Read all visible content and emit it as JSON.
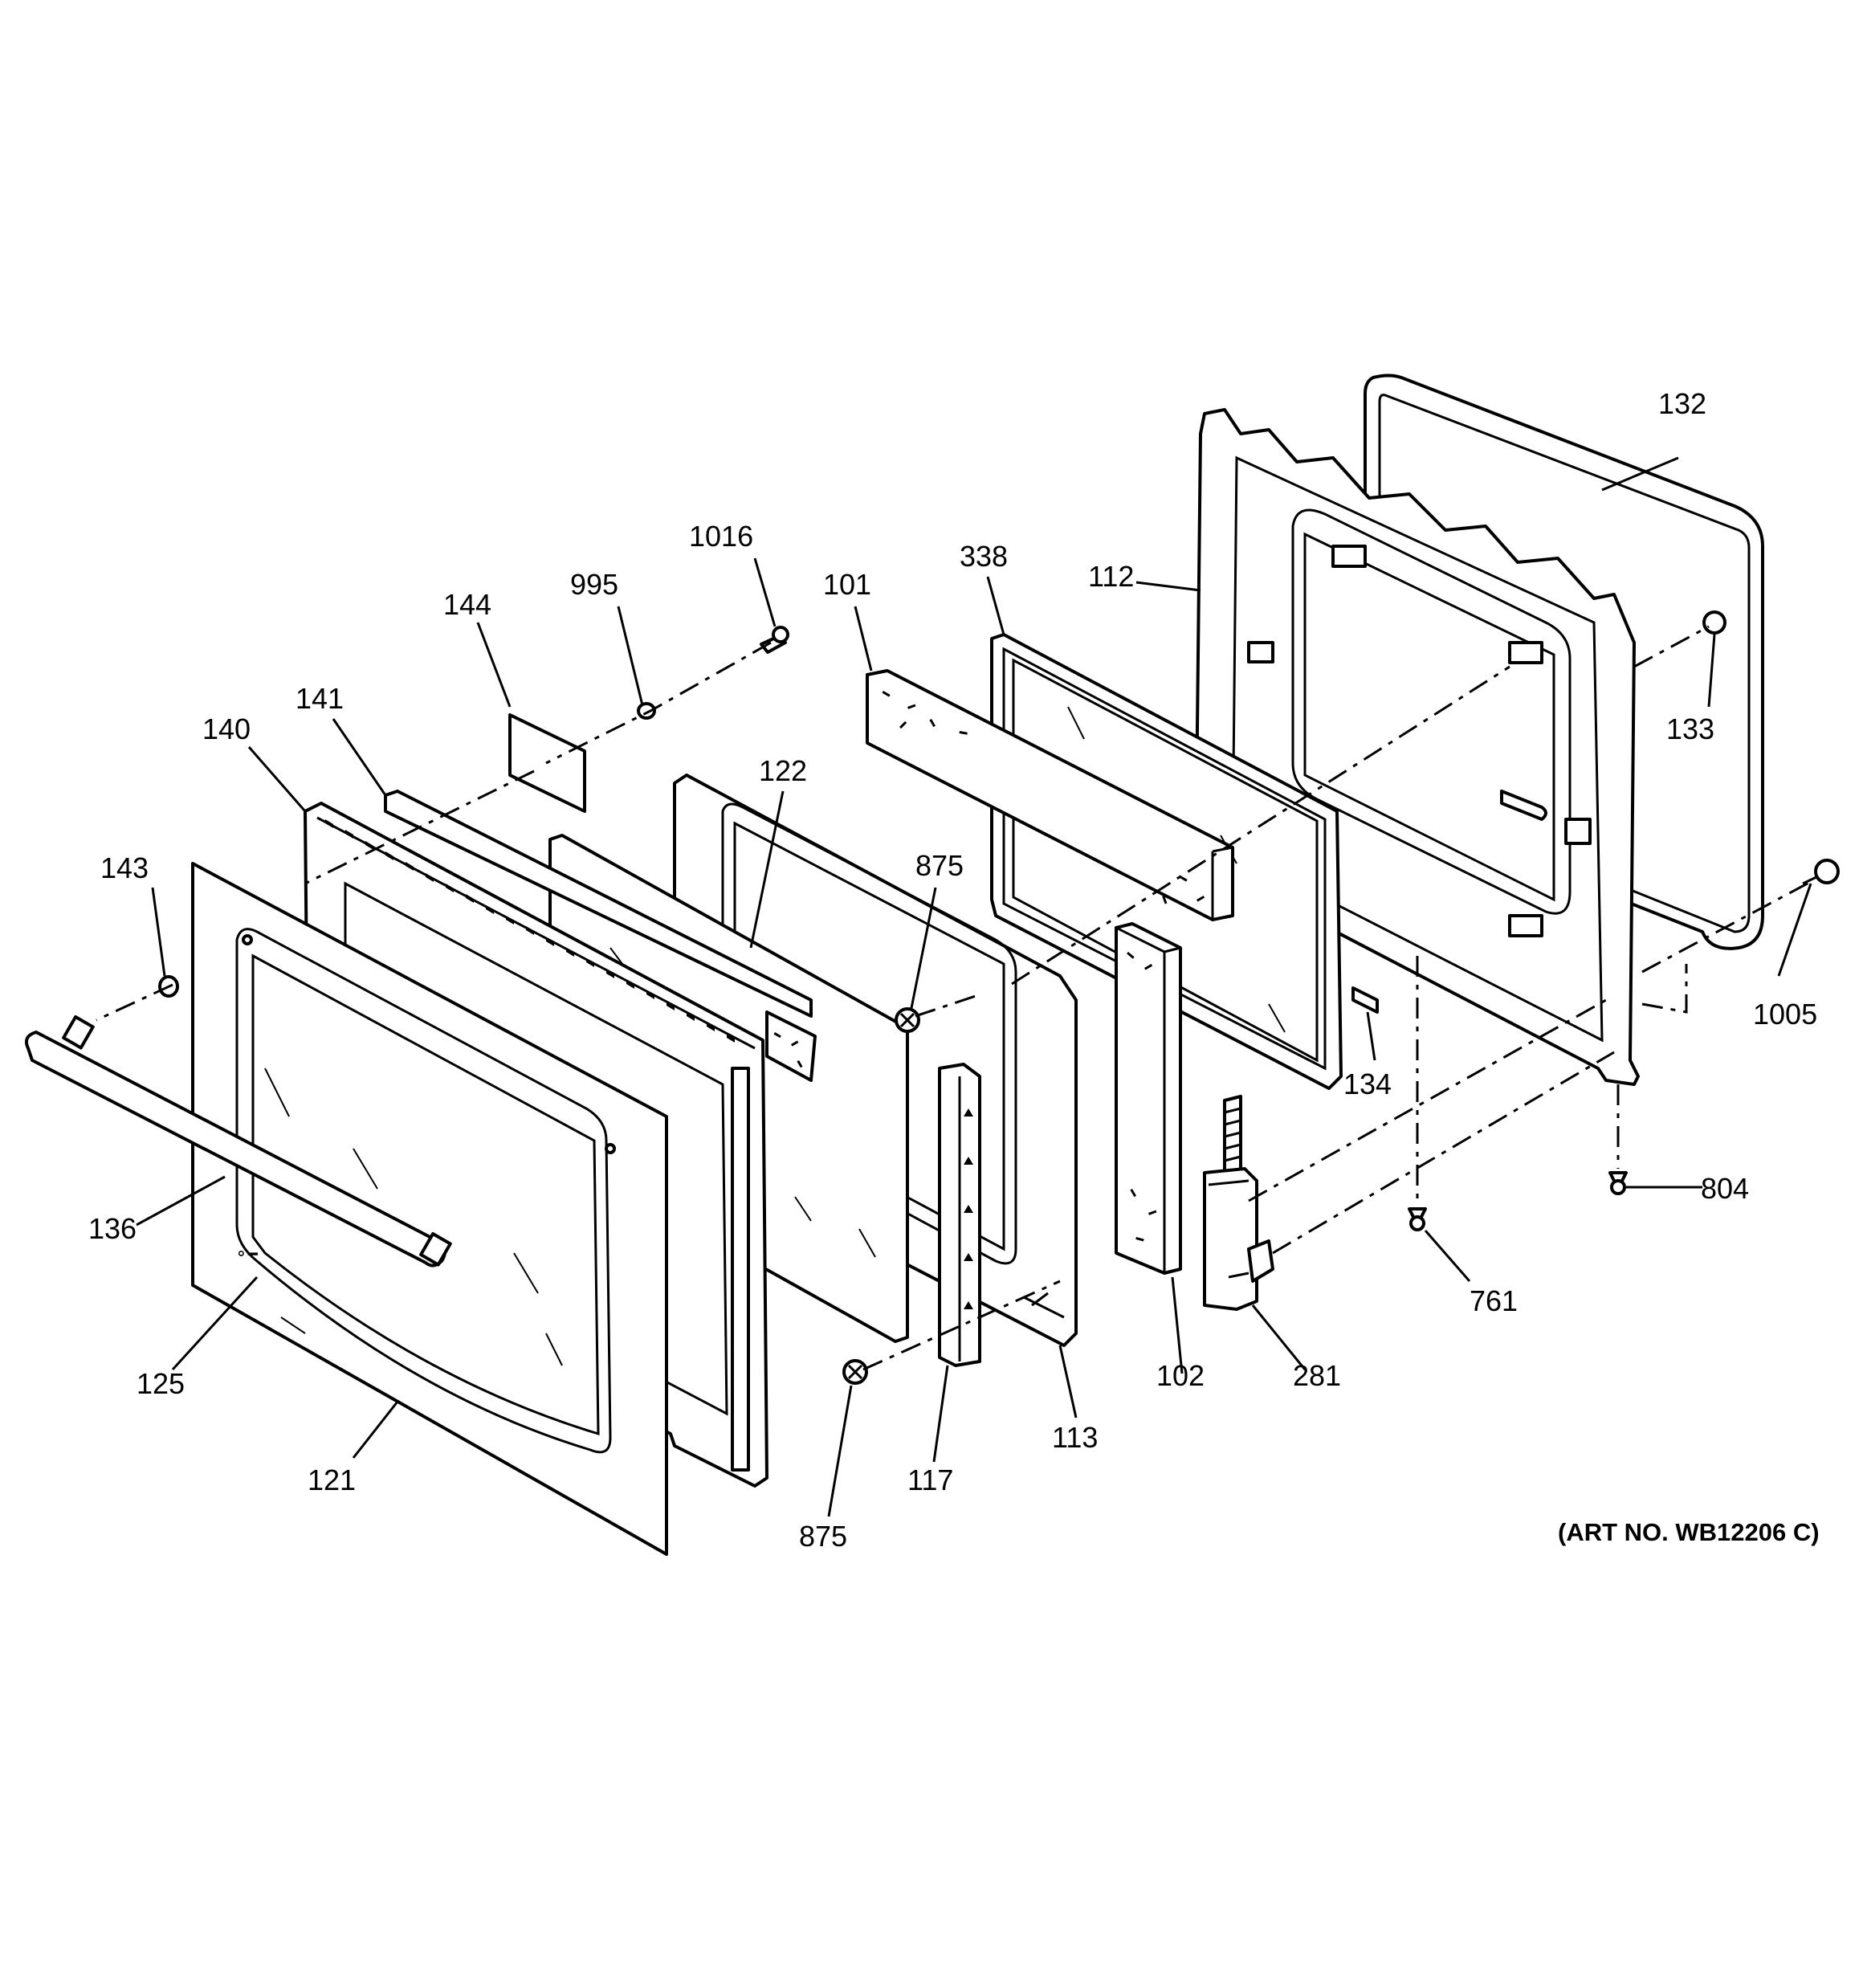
{
  "art_number": "(ART NO. WB12206 C)",
  "parts": [
    {
      "id": "132",
      "label": "132"
    },
    {
      "id": "133",
      "label": "133"
    },
    {
      "id": "112",
      "label": "112"
    },
    {
      "id": "338",
      "label": "338"
    },
    {
      "id": "101",
      "label": "101"
    },
    {
      "id": "1016",
      "label": "1016"
    },
    {
      "id": "995",
      "label": "995"
    },
    {
      "id": "144",
      "label": "144"
    },
    {
      "id": "141",
      "label": "141"
    },
    {
      "id": "140",
      "label": "140"
    },
    {
      "id": "122",
      "label": "122"
    },
    {
      "id": "143",
      "label": "143"
    },
    {
      "id": "875-upper",
      "label": "875"
    },
    {
      "id": "1005",
      "label": "1005"
    },
    {
      "id": "134",
      "label": "134"
    },
    {
      "id": "804",
      "label": "804"
    },
    {
      "id": "136",
      "label": "136"
    },
    {
      "id": "761",
      "label": "761"
    },
    {
      "id": "125",
      "label": "125"
    },
    {
      "id": "102",
      "label": "102"
    },
    {
      "id": "281",
      "label": "281"
    },
    {
      "id": "113",
      "label": "113"
    },
    {
      "id": "117",
      "label": "117"
    },
    {
      "id": "121",
      "label": "121"
    },
    {
      "id": "875-lower",
      "label": "875"
    }
  ]
}
